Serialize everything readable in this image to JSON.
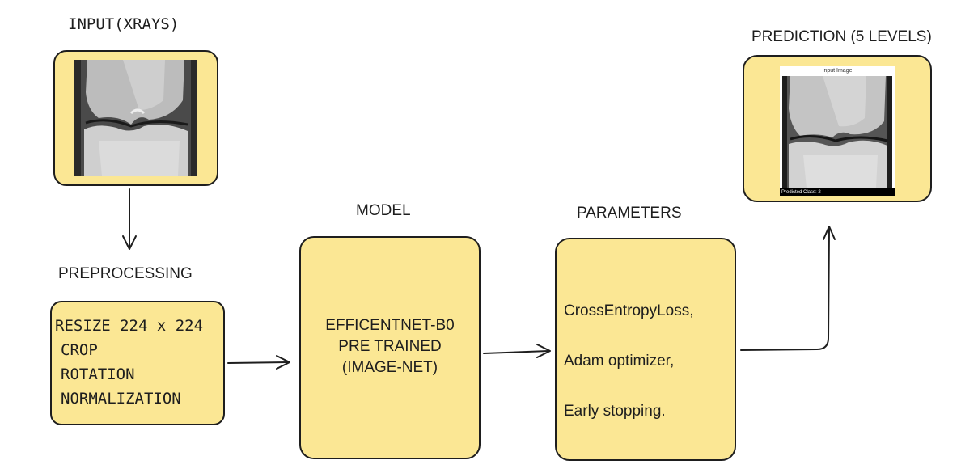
{
  "labels": {
    "input": "INPUT(XRAYS)",
    "preprocessing": "PREPROCESSING",
    "model": "MODEL",
    "parameters": "PARAMETERS",
    "prediction": "PREDICTION (5 LEVELS)"
  },
  "preprocessing_box": {
    "lines": [
      "RESIZE 224 x 224",
      "CROP",
      "ROTATION",
      "NORMALIZATION"
    ]
  },
  "model_box": {
    "lines": [
      "EFFICENTNET-B0",
      "PRE TRAINED",
      "(IMAGE-NET)"
    ]
  },
  "parameters_box": {
    "lines": [
      "CrossEntropyLoss,",
      "Adam optimizer,",
      "Early stopping."
    ]
  },
  "prediction_image": {
    "title": "Input Image",
    "caption": "Predicted Class: 2"
  },
  "colors": {
    "box_fill": "#fbe794",
    "stroke": "#1e1e1e"
  }
}
